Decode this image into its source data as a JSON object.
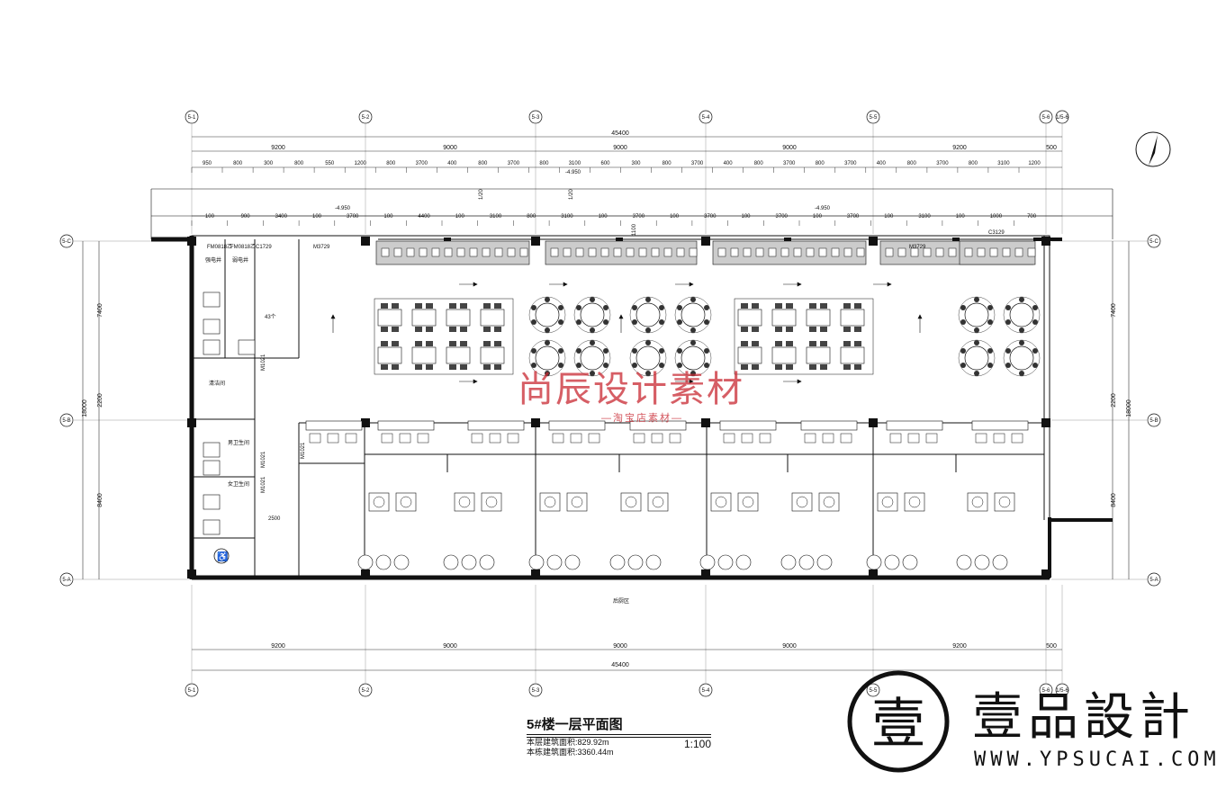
{
  "drawing": {
    "title": "5#楼一层平面图",
    "scale": "1:100",
    "floor_area_label": "本层建筑面积:",
    "floor_area_value": "829.92m",
    "building_area_label": "本栋建筑面积:",
    "building_area_value": "3360.44m"
  },
  "axes": {
    "columns": [
      "5-1",
      "5-2",
      "5-3",
      "5-4",
      "5-5",
      "5-6",
      "1/5-6"
    ],
    "rows": [
      "5-C",
      "5-B",
      "5-A"
    ]
  },
  "dimensions": {
    "total_width": "45400",
    "bays": [
      "9200",
      "9000",
      "9000",
      "9000",
      "9200",
      "500"
    ],
    "top_detail": [
      "950",
      "800",
      "300",
      "800",
      "550",
      "1200",
      "800",
      "3700",
      "400",
      "800",
      "3700",
      "800",
      "3100",
      "600",
      "300",
      "800",
      "3700",
      "400",
      "800",
      "3700",
      "800",
      "3700",
      "400",
      "800",
      "3700",
      "800",
      "3100",
      "1200"
    ],
    "second_detail": [
      "100",
      "900",
      "3400",
      "100",
      "3700",
      "100",
      "4400",
      "100",
      "3100",
      "800",
      "3100",
      "100",
      "3700",
      "100",
      "3700",
      "100",
      "3700",
      "100",
      "3700",
      "100",
      "3100",
      "100",
      "1000",
      "700"
    ],
    "left_total": "18000",
    "left_parts": [
      "7400",
      "2200",
      "8400"
    ],
    "right_total": "18000",
    "right_parts": [
      "7400",
      "2200",
      "8400"
    ]
  },
  "annotations": {
    "elevation1": "-4.950",
    "elevation2": "-4.950",
    "elevation3": "-4.950",
    "slope1": "1/20",
    "slope2": "1/20",
    "door_m3729_left": "M3729",
    "door_m3729_right": "M3729",
    "window_c3129": "C3129",
    "window_c1729": "C1729",
    "door_fm1": "FM0818乙",
    "door_fm2": "FM0818乙",
    "elec_room": "强电井",
    "weak_room": "弱电井",
    "clean_room": "清洁间",
    "mens_toilet": "男卫生间",
    "womens_toilet": "女卫生间",
    "dim_2500": "2500",
    "dim_1100": "1100",
    "seats": "43个",
    "door_m1021_a": "M1021",
    "door_m1021_b": "M1021",
    "door_m1021_c": "M1021",
    "door_m1021_d": "M1021",
    "back_area": "后厨区"
  },
  "watermark": {
    "main": "尚辰设计素材",
    "sub": "—淘宝店素材—"
  },
  "brand": {
    "name": "壹品設計",
    "url": "WWW.YPSUCAI.COM",
    "seal_char": "壹"
  },
  "colors": {
    "ink": "#111111",
    "watermark": "#c82832"
  }
}
